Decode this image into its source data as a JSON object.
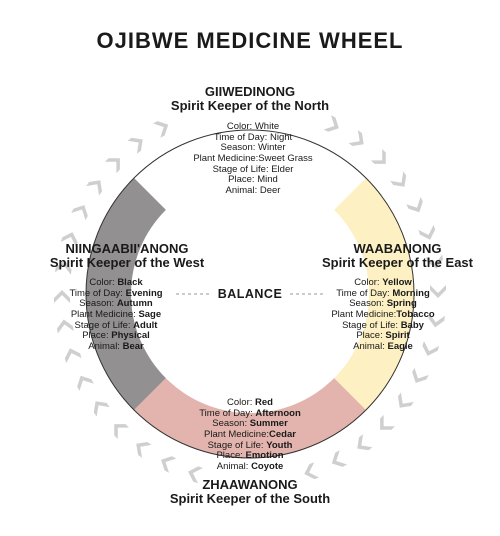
{
  "title": "OJIBWE MEDICINE WHEEL",
  "center_label": "BALANCE",
  "colors": {
    "north": "#ffffff",
    "east": "#fdf0c2",
    "south": "#e3b4ad",
    "west": "#929090",
    "chevron": "#cfcfcf",
    "outline": "#333333"
  },
  "north": {
    "name": "GIIWEDINONG",
    "keeper": "Spirit Keeper of the North",
    "props": [
      {
        "k": "Color:",
        "v": "White"
      },
      {
        "k": "Time of Day:",
        "v": "Night"
      },
      {
        "k": "Season:",
        "v": "Winter"
      },
      {
        "k": "Plant Medicine:",
        "v": "Sweet Grass"
      },
      {
        "k": "Stage of Life:",
        "v": "Elder"
      },
      {
        "k": "Place:",
        "v": "Mind"
      },
      {
        "k": "Animal:",
        "v": "Deer"
      }
    ]
  },
  "east": {
    "name": "WAABANONG",
    "keeper": "Spirit Keeper of the East",
    "props": [
      {
        "k": "Color:",
        "v": "Yellow"
      },
      {
        "k": "Time of Day:",
        "v": "Morning"
      },
      {
        "k": "Season:",
        "v": "Spring"
      },
      {
        "k": "Plant Medicine:",
        "v": "Tobacco"
      },
      {
        "k": "Stage of Life:",
        "v": "Baby"
      },
      {
        "k": "Place:",
        "v": "Spirit"
      },
      {
        "k": "Animal:",
        "v": "Eagle"
      }
    ]
  },
  "south": {
    "name": "ZHAAWANONG",
    "keeper": "Spirit Keeper of the South",
    "props": [
      {
        "k": "Color:",
        "v": "Red"
      },
      {
        "k": "Time of Day:",
        "v": "Afternoon"
      },
      {
        "k": "Season:",
        "v": "Summer"
      },
      {
        "k": "Plant Medicine:",
        "v": "Cedar"
      },
      {
        "k": "Stage of Life:",
        "v": "Youth"
      },
      {
        "k": "Place:",
        "v": "Emotion"
      },
      {
        "k": "Animal:",
        "v": "Coyote"
      }
    ]
  },
  "west": {
    "name": "NIINGAABII'ANONG",
    "keeper": "Spirit Keeper of the West",
    "props": [
      {
        "k": "Color:",
        "v": "Black"
      },
      {
        "k": "Time of Day:",
        "v": "Evening"
      },
      {
        "k": "Season:",
        "v": "Autumn"
      },
      {
        "k": "Plant Medicine:",
        "v": "Sage"
      },
      {
        "k": "Stage of Life:",
        "v": "Adult"
      },
      {
        "k": "Place:",
        "v": "Physical"
      },
      {
        "k": "Animal:",
        "v": "Bear"
      }
    ]
  }
}
